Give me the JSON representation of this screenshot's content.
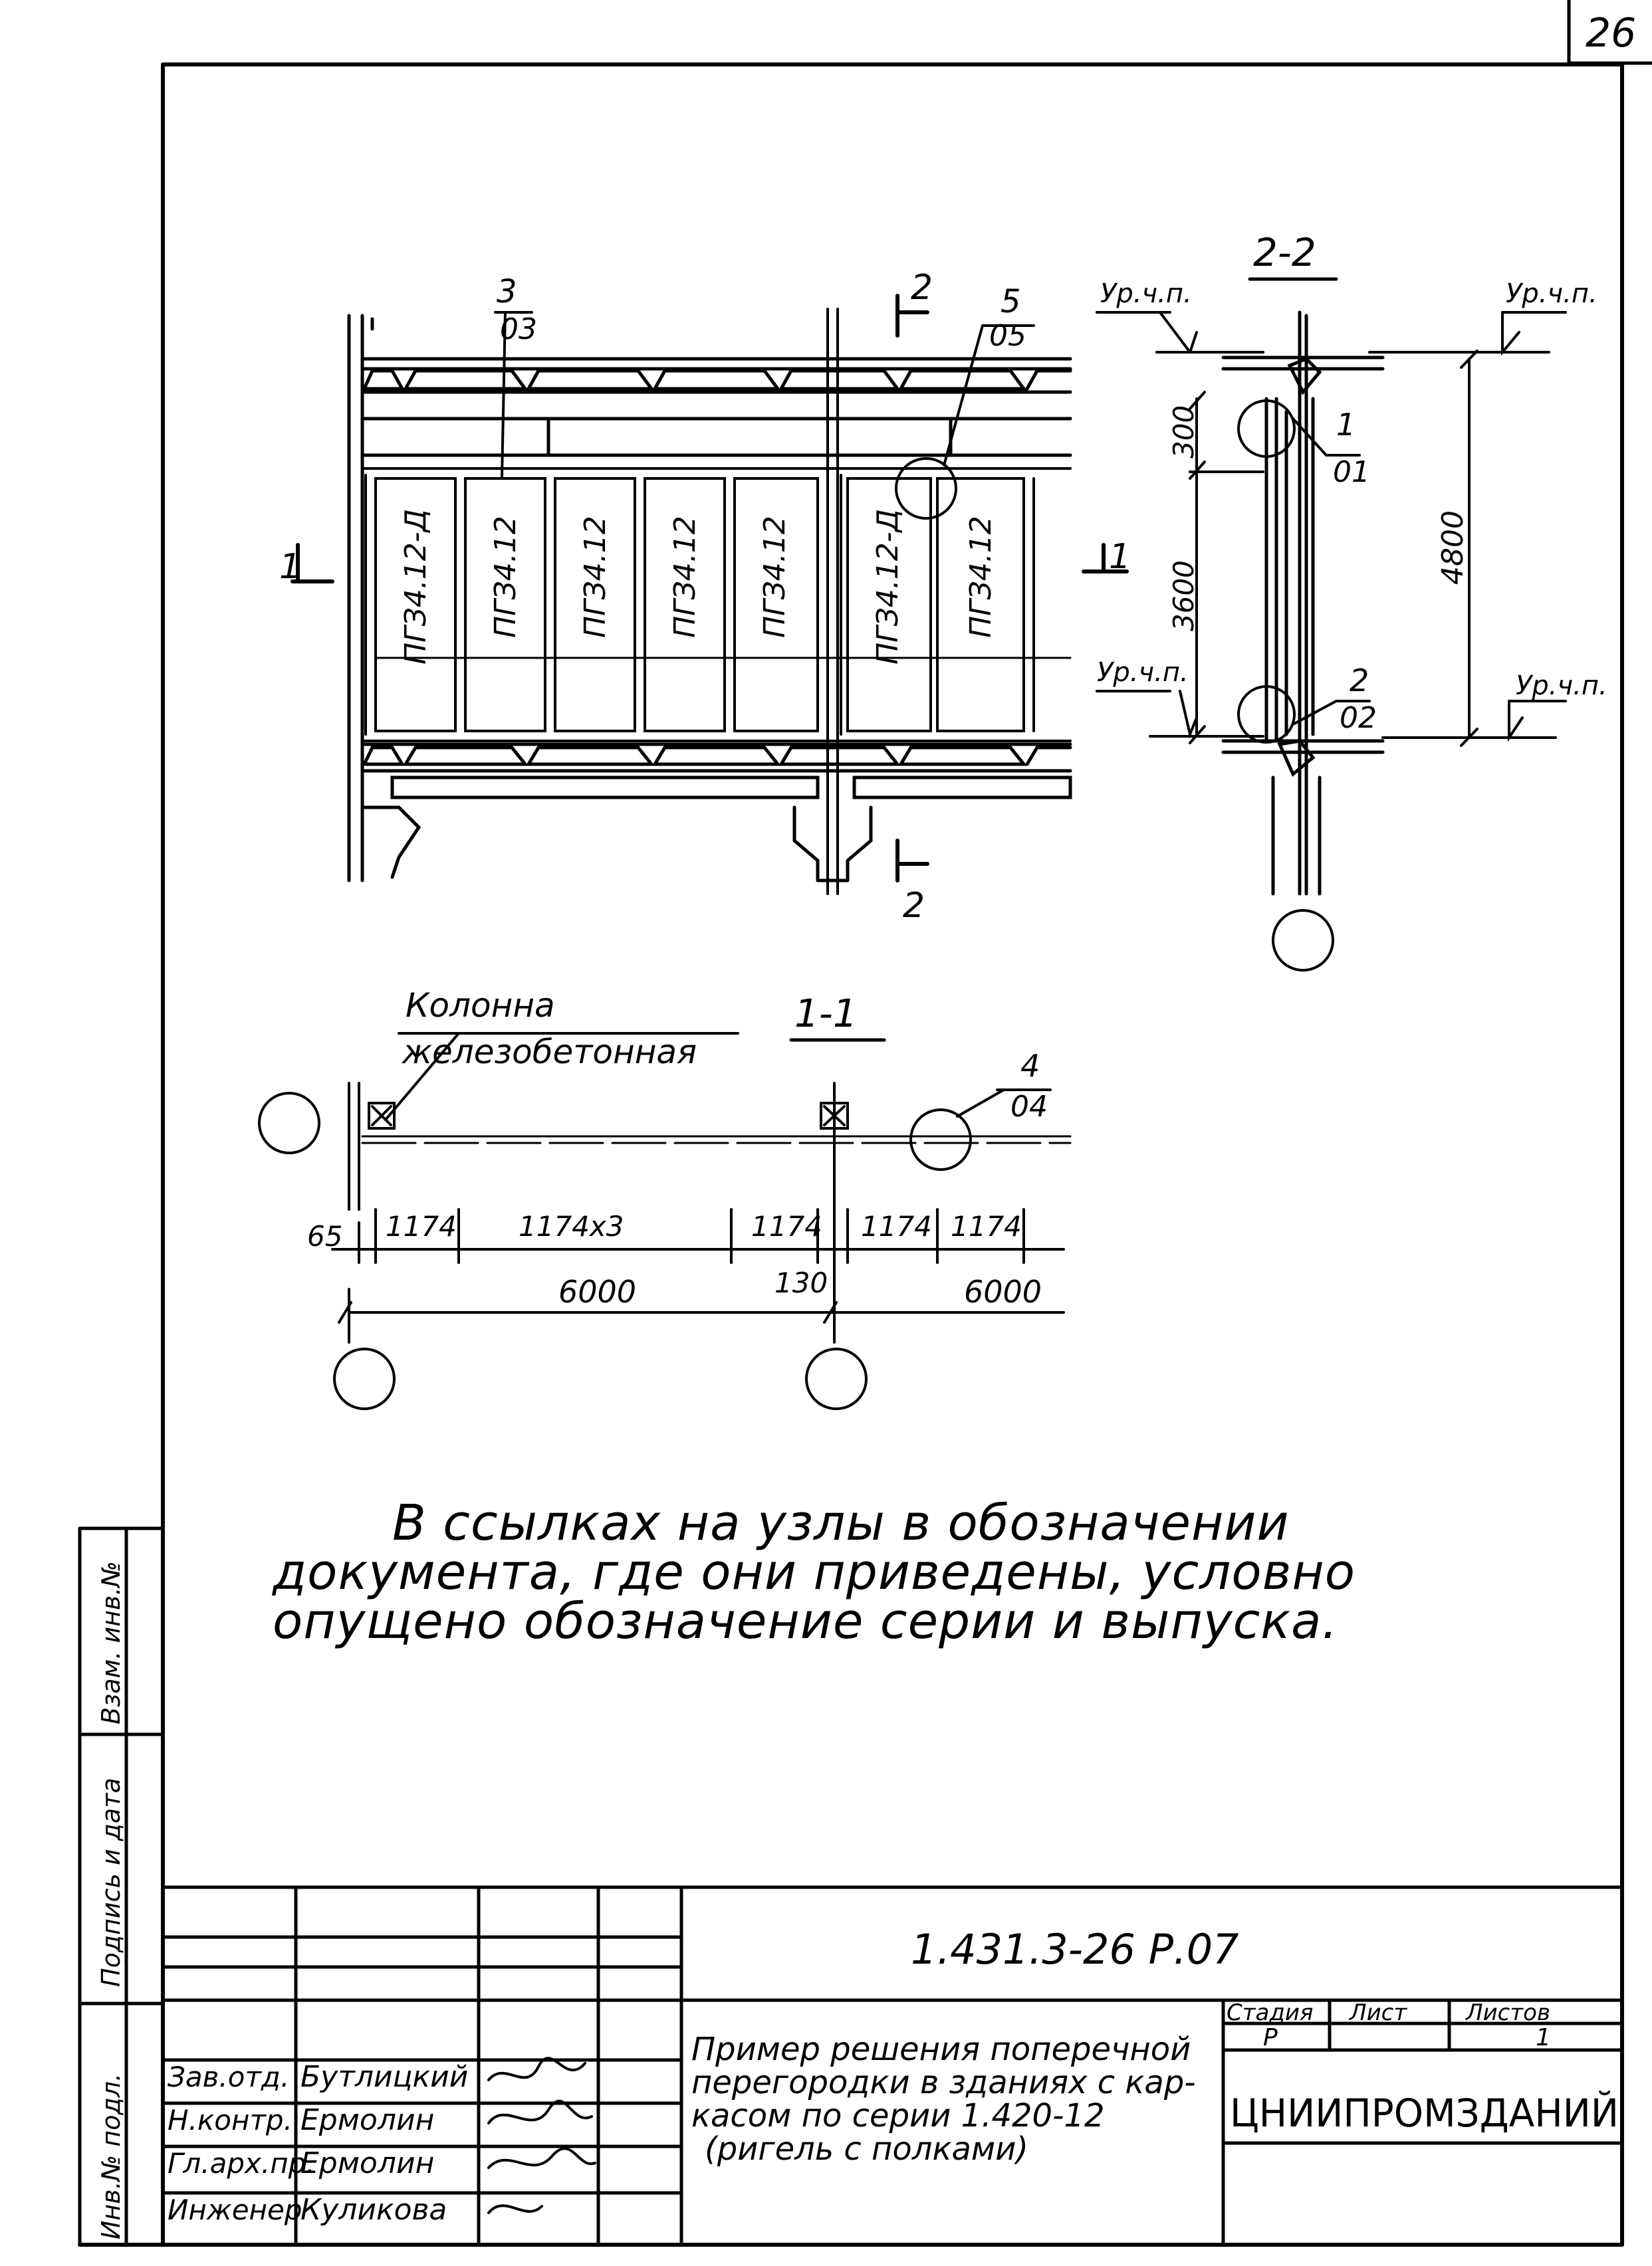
{
  "page_number": "26",
  "plan": {
    "ref_3": "3",
    "ref_3_sheet": "03",
    "ref_5": "5",
    "ref_5_sheet": "05",
    "cut_2_top": "2",
    "cut_2_bottom": "2",
    "cut_1_left": "1",
    "cut_1_right": "1",
    "panels": [
      "ПГЗ4.12-Д",
      "ПГЗ4.12",
      "ПГЗ4.12",
      "ПГЗ4.12",
      "ПГЗ4.12",
      "ПГЗ4.12-Д",
      "ПГЗ4.12"
    ]
  },
  "section_2_2": {
    "title": "2-2",
    "level_top_left": "Ур.ч.п.",
    "level_top_right": "Ур.ч.п.",
    "level_bottom_left": "Ур.ч.п.",
    "level_bottom_right": "Ур.ч.п.",
    "dim_300": "300",
    "dim_3600": "3600",
    "dim_4800": "4800",
    "ref_1": "1",
    "ref_1_sheet": "01",
    "ref_2": "2",
    "ref_2_sheet": "02"
  },
  "section_1_1": {
    "title": "1-1",
    "column_label_1": "Колонна",
    "column_label_2": "железобетонная",
    "ref_4": "4",
    "ref_4_sheet": "04",
    "dims": [
      "65",
      "1174",
      "1174x3",
      "1174",
      "1174",
      "1174"
    ],
    "dim_6000_left": "6000",
    "dim_130": "130",
    "dim_6000_right": "6000"
  },
  "note": "В ссылках на узлы в обозначении документа, где они приведены, условно опущено обозначение серии и выпуска.",
  "side_stamp": [
    "Инв.№ подл.",
    "Подпись и дата",
    "Взам. инв.№"
  ],
  "title_block": {
    "code": "1.431.3-26 Р.07",
    "rows": [
      {
        "role": "Зав.отд.",
        "name": "Бутлицкий"
      },
      {
        "role": "Н.контр.",
        "name": "Ермолин"
      },
      {
        "role": "Гл.арх.пр.",
        "name": "Ермолин"
      },
      {
        "role": "Инженер",
        "name": "Куликова"
      }
    ],
    "description": [
      "Пример решения поперечной",
      "перегородки в зданиях с кар-",
      "касом по серии 1.420-12",
      "(ригель с полками)"
    ],
    "stage_label": "Стадия",
    "sheet_label": "Лист",
    "sheets_label": "Листов",
    "stage": "Р",
    "sheets": "1",
    "org": "ЦНИИПРОМЗДАНИЙ"
  }
}
